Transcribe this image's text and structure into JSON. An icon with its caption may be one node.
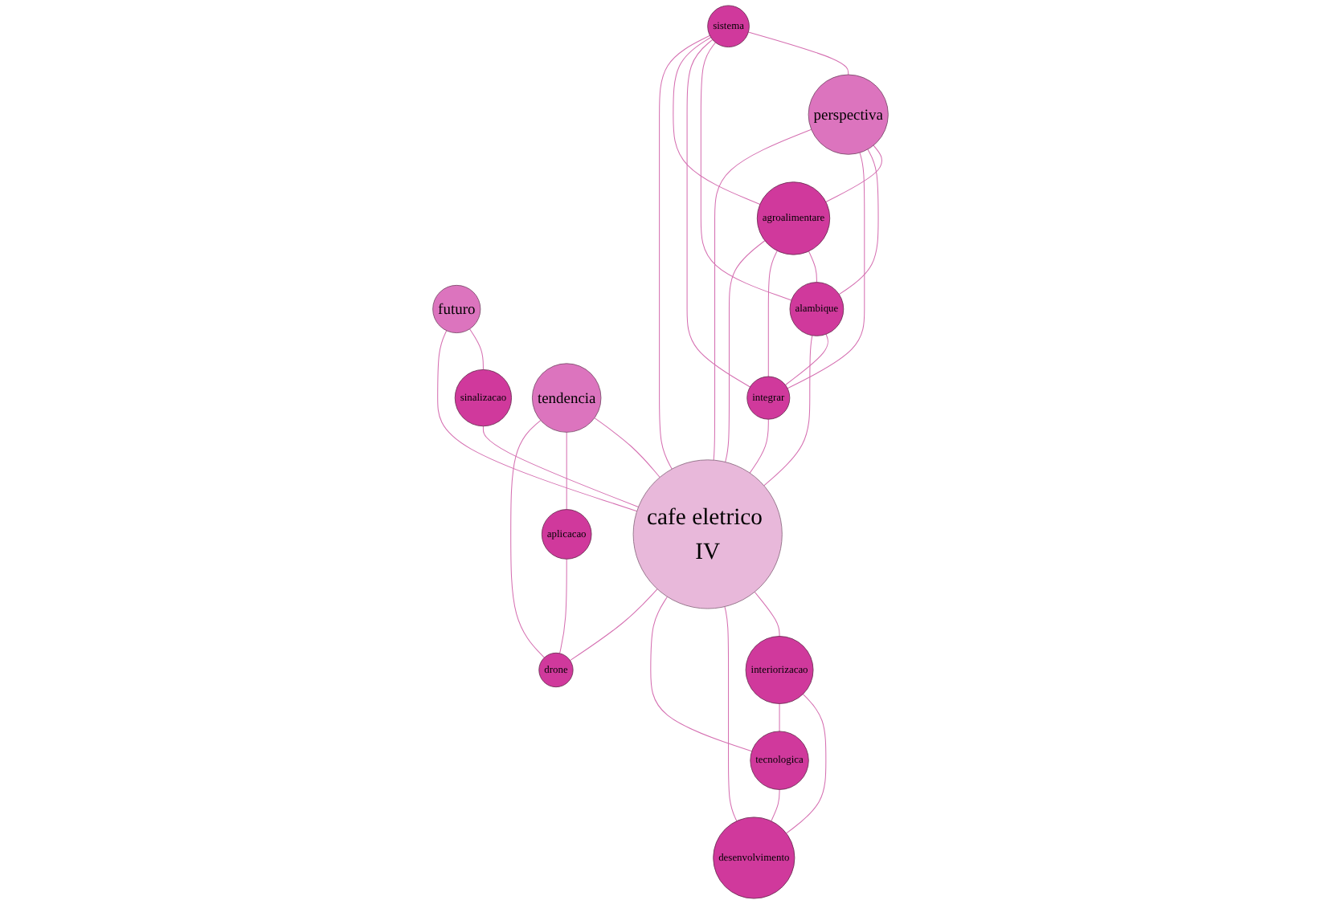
{
  "diagram": {
    "nodes": [
      {
        "text": [
          "perspectiva"
        ]
      },
      {
        "text": [
          "sistema"
        ]
      },
      {
        "text": [
          "futuro"
        ]
      },
      {
        "text": [
          "alambique"
        ]
      },
      {
        "text": [
          "agroalimentare"
        ]
      },
      {
        "text": [
          "sinalizacao"
        ]
      },
      {
        "text": [
          "integrar"
        ]
      },
      {
        "text": [
          "tendencia"
        ]
      },
      {
        "text": [
          "cafe eletrico IV"
        ]
      },
      {
        "text": [
          "interiorizacao"
        ]
      },
      {
        "text": [
          "aplicacao"
        ]
      },
      {
        "text": [
          "desenvolvimento"
        ]
      },
      {
        "text": [
          "tecnologica"
        ]
      },
      {
        "text": [
          "drone"
        ]
      }
    ],
    "edges": [
      {
        "from": 1,
        "to": 0,
        "arrow": "none"
      },
      {
        "from": 1,
        "to": 3,
        "arrow": "none"
      },
      {
        "from": 1,
        "to": 6,
        "arrow": "none"
      },
      {
        "from": 1,
        "to": 4,
        "arrow": "none"
      },
      {
        "from": 1,
        "to": 8,
        "arrow": "none"
      },
      {
        "from": 0,
        "to": 4,
        "arrow": "none"
      },
      {
        "from": 0,
        "to": 3,
        "arrow": "none"
      },
      {
        "from": 0,
        "to": 6,
        "arrow": "none"
      },
      {
        "from": 0,
        "to": 8,
        "arrow": "none"
      },
      {
        "from": 4,
        "to": 3,
        "arrow": "none"
      },
      {
        "from": 4,
        "to": 6,
        "arrow": "none"
      },
      {
        "from": 4,
        "to": 8,
        "arrow": "none"
      },
      {
        "from": 3,
        "to": 6,
        "arrow": "none"
      },
      {
        "from": 3,
        "to": 8,
        "arrow": "none"
      },
      {
        "from": 6,
        "to": 8,
        "arrow": "none"
      },
      {
        "from": 2,
        "to": 5,
        "arrow": "none"
      },
      {
        "from": 2,
        "to": 8,
        "arrow": "none"
      },
      {
        "from": 5,
        "to": 8,
        "arrow": "none"
      },
      {
        "from": 7,
        "to": 8,
        "arrow": "none"
      },
      {
        "from": 7,
        "to": 10,
        "arrow": "none"
      },
      {
        "from": 7,
        "to": 13,
        "arrow": "none"
      },
      {
        "from": 8,
        "to": 9,
        "arrow": "none"
      },
      {
        "from": 8,
        "to": 11,
        "arrow": "none"
      },
      {
        "from": 8,
        "to": 12,
        "arrow": "none"
      },
      {
        "from": 8,
        "to": 13,
        "arrow": "none"
      },
      {
        "from": 10,
        "to": 13,
        "arrow": "none"
      },
      {
        "from": 9,
        "to": 11,
        "arrow": "none"
      },
      {
        "from": 9,
        "to": 12,
        "arrow": "none"
      },
      {
        "from": 12,
        "to": 11,
        "arrow": "none"
      }
    ]
  }
}
